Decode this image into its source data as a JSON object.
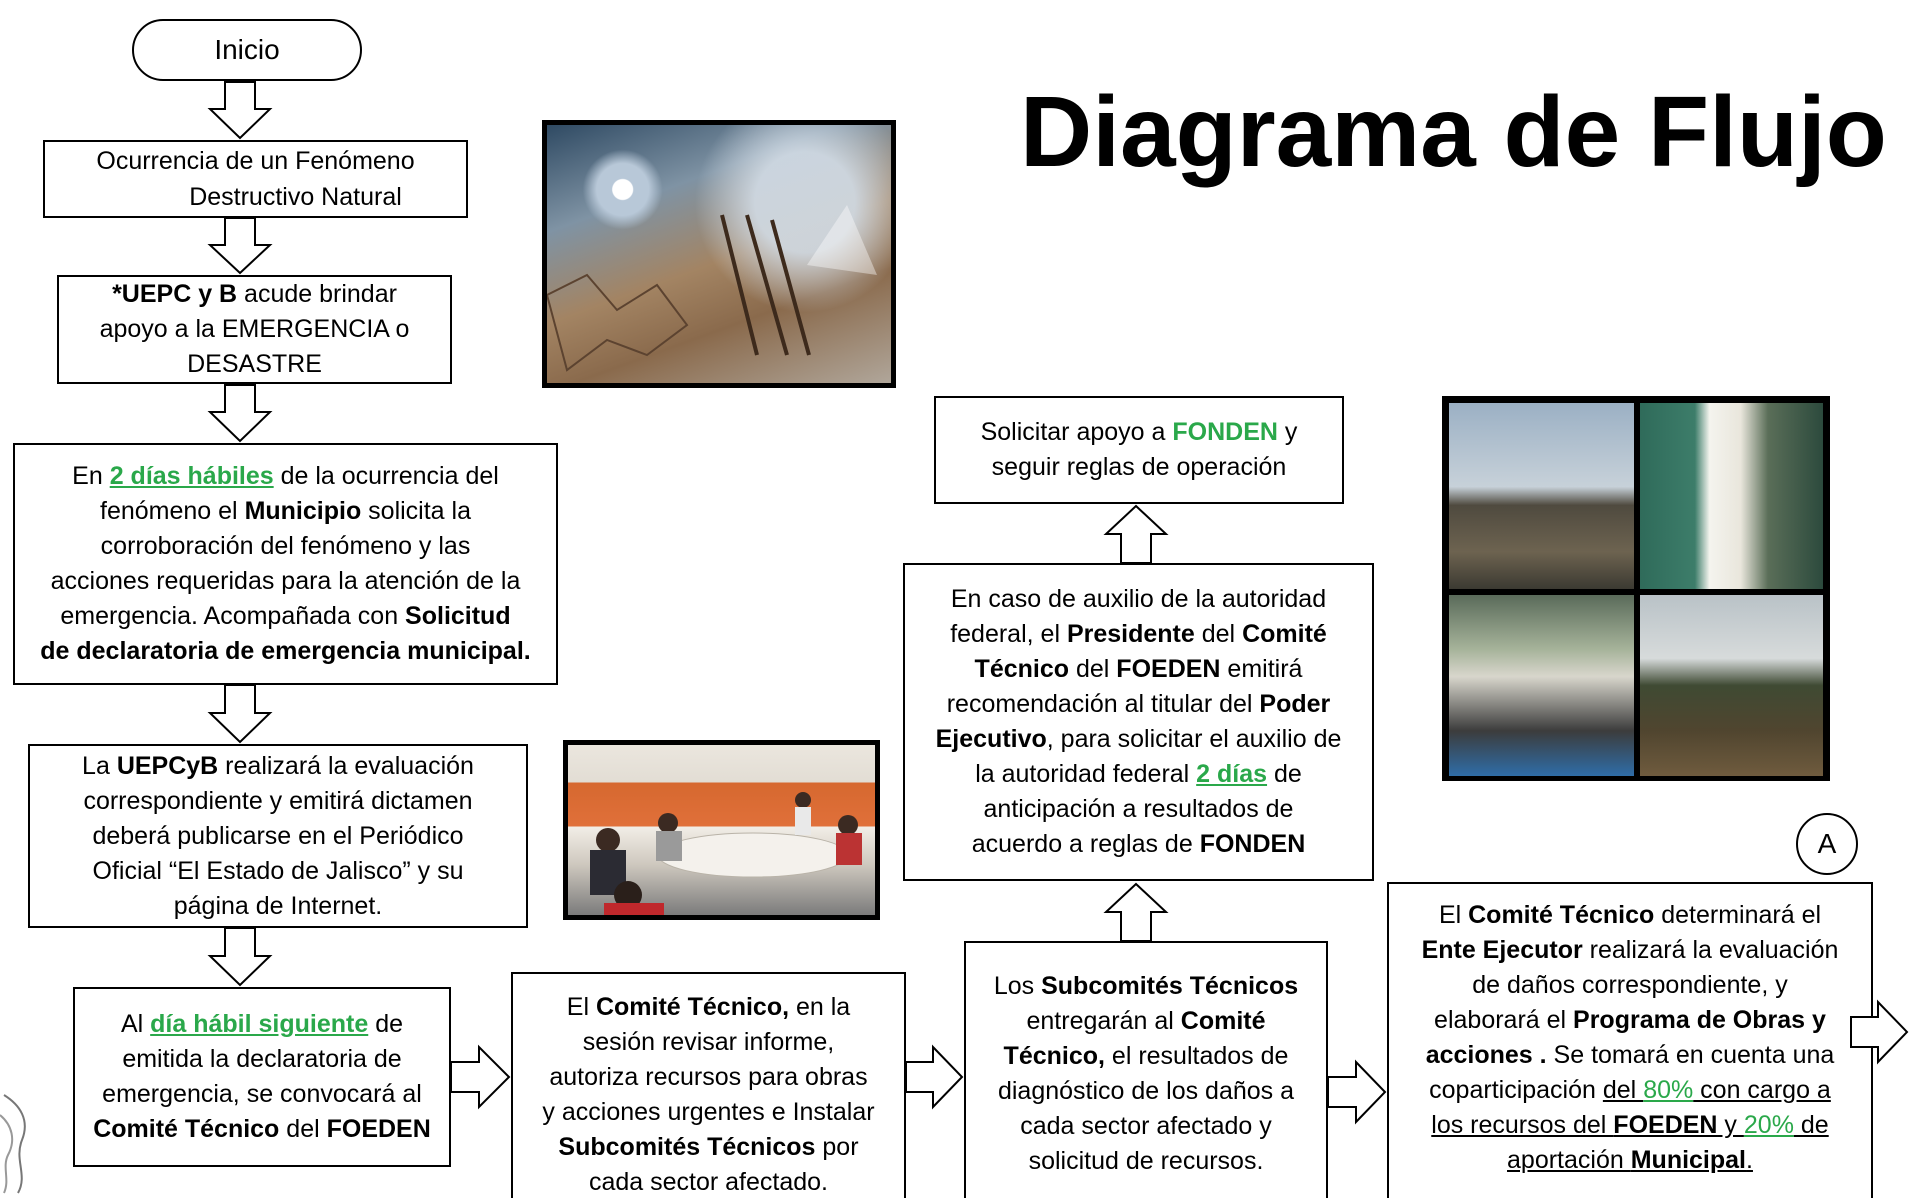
{
  "title": "Diagrama de Flujo",
  "start_label": "Inicio",
  "connector_label": "A",
  "colors": {
    "highlight": "#2aa84a",
    "border": "#000000"
  },
  "steps": {
    "s1": {
      "l1": "Ocurrencia de un Fenómeno",
      "l2": "Destructivo Natural"
    },
    "s2": {
      "b1": "*UEPC y B",
      "t1": " acude brindar",
      "l2": "apoyo a la EMERGENCIA o",
      "l3": "DESASTRE"
    },
    "s3": {
      "t1": "En ",
      "g1": "2 días hábiles",
      "t2": " de la ocurrencia del",
      "t3": "fenómeno el ",
      "b1": "Municipio",
      "t4": " solicita la",
      "l3": "corroboración del fenómeno y las",
      "l4": "acciones requeridas para la atención de la",
      "t5": "emergencia. Acompañada con ",
      "b2": "Solicitud",
      "b3": "de declaratoria de emergencia municipal."
    },
    "s4": {
      "t1": "La ",
      "b1": "UEPCyB",
      "t2": " realizará la evaluación",
      "l2": "correspondiente y emitirá dictamen",
      "l3": "deberá publicarse en el Periódico",
      "l4": "Oficial “El Estado de Jalisco” y su",
      "l5": "página de Internet."
    },
    "s5": {
      "t1": "Al ",
      "g1": "día hábil siguiente",
      "t2": " de",
      "l2": "emitida la declaratoria de",
      "l3": "emergencia, se convocará al",
      "b1": "Comité Técnico",
      "t3": " del ",
      "b2": "FOEDEN"
    },
    "s6": {
      "t1": "El ",
      "b1": "Comité Técnico,",
      "t2": " en la",
      "l2": "sesión revisar  informe,",
      "l3": "autoriza recursos para obras",
      "l4": "y acciones urgentes e Instalar",
      "b2": "Subcomités Técnicos",
      "t3": " por",
      "l6": "cada sector afectado."
    },
    "s7": {
      "t1": "Los ",
      "b1": "Subcomités Técnicos",
      "t2": "entregarán al ",
      "b2": "Comité",
      "b3": "Técnico,",
      "t3": " el resultados de",
      "l4": "diagnóstico de los daños a",
      "l5": "cada sector afectado y",
      "l6": "solicitud de recursos."
    },
    "s8": {
      "l1": "En caso de auxilio de la autoridad",
      "t1": "federal, el ",
      "b1": "Presidente",
      "t2": " del ",
      "b2": "Comité",
      "b3": "Técnico",
      "t3": " del ",
      "b4": "FOEDEN",
      "t4": " emitirá",
      "t5": "recomendación al titular del ",
      "b5": "Poder",
      "b6": "Ejecutivo",
      "t6": ", para solicitar el auxilio de",
      "t7": "la autoridad federal ",
      "g1": "2 días",
      "t8": " de",
      "l7": "anticipación a resultados de",
      "t9": "acuerdo a reglas de ",
      "b7": "FONDEN"
    },
    "s9": {
      "t1": "Solicitar  apoyo a ",
      "g1": "FONDEN",
      "t2": " y",
      "l2": "seguir reglas de operación"
    },
    "s10": {
      "t1": "El ",
      "b1": "Comité Técnico",
      "t2": " determinará el",
      "b2": "Ente Ejecutor",
      "t3": " realizará la evaluación",
      "l3": "de daños correspondiente, y",
      "t4": "elaborará el ",
      "b3": "Programa de Obras y",
      "b4": "acciones  .",
      "t5": " Se tomará en cuenta una",
      "t6": "coparticipación ",
      "u1": "del ",
      "g1": "80%",
      "u2": " con cargo a",
      "u3": "los recursos del ",
      "b5": "FOEDEN",
      "u4": " y ",
      "g2": "20%",
      "u5": " de",
      "u6": "aportación ",
      "b6": "Municipal",
      "t7": "."
    }
  }
}
